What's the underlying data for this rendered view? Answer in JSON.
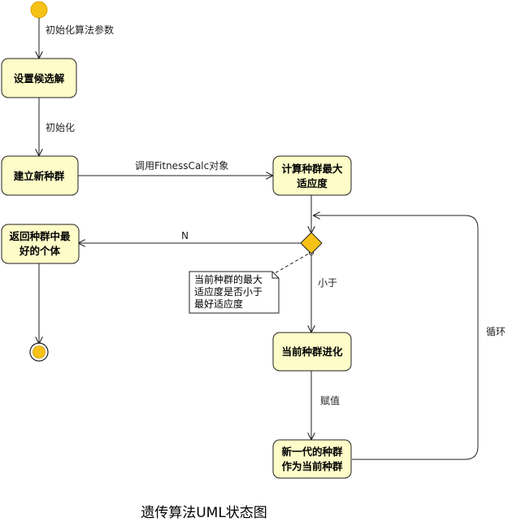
{
  "caption": "遗传算法UML状态图",
  "states": {
    "set_candidates": "设置候选解",
    "build_population": "建立新种群",
    "calc_max_fitness": [
      "计算种群最大",
      "适应度"
    ],
    "return_best": [
      "返回种群中最",
      "好的个体"
    ],
    "evolve": "当前种群进化",
    "new_generation": [
      "新一代的种群",
      "作为当前种群"
    ]
  },
  "transitions": {
    "init_params": "初始化算法参数",
    "init": "初始化",
    "call_fitness": "调用FitnessCalc对象",
    "no": "N",
    "less_than": "小于",
    "assign": "赋值",
    "loop": "循环"
  },
  "note": [
    "当前种群的最大",
    "适应度是否小于",
    "最好适应度"
  ],
  "colors": {
    "state_fill": "#fefcc8",
    "initial_fill": "#f7c217",
    "final_fill": "#f7c217",
    "stroke": "#222222"
  }
}
